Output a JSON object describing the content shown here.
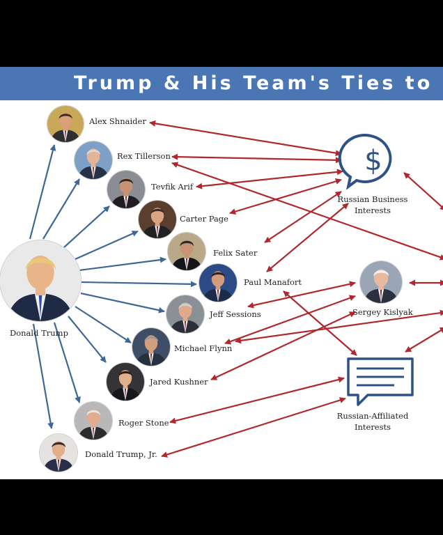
{
  "title": "Trump & His Team's Ties to Rus",
  "people": [
    {
      "id": "trump",
      "name": "Donald Trump",
      "skin": "#e8b48a",
      "hair": "#e9c779",
      "suit": "#1f2a44",
      "bg": "#e9e9ea"
    },
    {
      "id": "shnaider",
      "name": "Alex Shnaider",
      "skin": "#d9a07a",
      "hair": "#3a2a22",
      "suit": "#2e2e33",
      "bg": "#c9a85a"
    },
    {
      "id": "tillerson",
      "name": "Rex Tillerson",
      "skin": "#e3b596",
      "hair": "#d8d8d8",
      "suit": "#283246",
      "bg": "#7fa0c6"
    },
    {
      "id": "arif",
      "name": "Tevfik Arif",
      "skin": "#c89274",
      "hair": "#2b2b2b",
      "suit": "#1d1d22",
      "bg": "#8a8d93"
    },
    {
      "id": "page",
      "name": "Carter Page",
      "skin": "#d9a384",
      "hair": "#3a2a22",
      "suit": "#202124",
      "bg": "#5a3f2e"
    },
    {
      "id": "sater",
      "name": "Felix Sater",
      "skin": "#c99374",
      "hair": "#2a2a2a",
      "suit": "#15161a",
      "bg": "#b9a988"
    },
    {
      "id": "manafort",
      "name": "Paul Manafort",
      "skin": "#d39c7c",
      "hair": "#2c2420",
      "suit": "#1d2a4a",
      "bg": "#2c4b86"
    },
    {
      "id": "sessions",
      "name": "Jeff Sessions",
      "skin": "#e0a98c",
      "hair": "#cfcfcf",
      "suit": "#2a2f3b",
      "bg": "#8a9096"
    },
    {
      "id": "flynn",
      "name": "Michael Flynn",
      "skin": "#d2a07e",
      "hair": "#9a9a9a",
      "suit": "#26303e",
      "bg": "#3f4e66"
    },
    {
      "id": "kushner",
      "name": "Jared Kushner",
      "skin": "#e0b08e",
      "hair": "#2a201b",
      "suit": "#17181c",
      "bg": "#333338"
    },
    {
      "id": "stone",
      "name": "Roger Stone",
      "skin": "#e2ad8e",
      "hair": "#e6e6e6",
      "suit": "#2b2b30",
      "bg": "#b8b8b8"
    },
    {
      "id": "trumpjr",
      "name": "Donald Trump, Jr.",
      "skin": "#e2ae8c",
      "hair": "#3b2b22",
      "suit": "#2a2f48",
      "bg": "#e7e2e2"
    },
    {
      "id": "kislyak",
      "name": "Sergey Kislyak",
      "skin": "#e8b9a0",
      "hair": "#f0f0f0",
      "suit": "#2b3040",
      "bg": "#9aa6b5"
    }
  ],
  "hubs": [
    {
      "id": "business",
      "label_line1": "Russian Business",
      "label_line2": "Interests",
      "icon": "dollar-speech-bubble-icon"
    },
    {
      "id": "affiliated",
      "label_line1": "Russian-Affiliated",
      "label_line2": "Interests",
      "icon": "document-speech-bubble-icon"
    }
  ],
  "colors": {
    "banner": "#4a77b4",
    "blue_arrow": "#3f6796",
    "red_arrow": "#b0282d",
    "icon": "#2e5287",
    "background": "#ffffff",
    "frame": "#000000"
  }
}
